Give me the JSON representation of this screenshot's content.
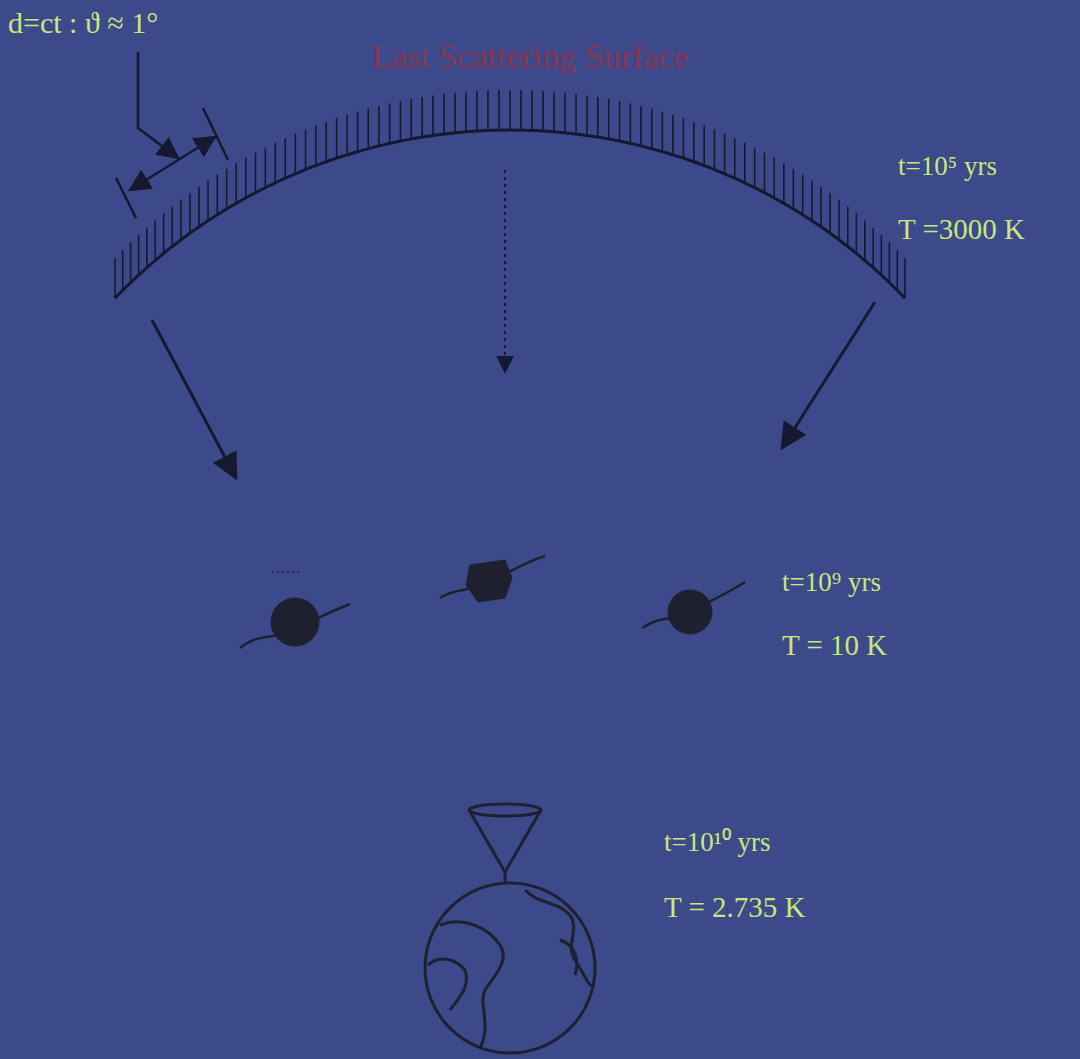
{
  "diagram": {
    "labels": [
      "d=ct : ϑ ≈ 1°",
      "Last Scattering Surface",
      "t=10⁵ yrs",
      "T =3000 K",
      "t=10⁹ yrs",
      "T = 10 K",
      "t=10¹⁰ yrs",
      "T = 2.735 K"
    ]
  }
}
